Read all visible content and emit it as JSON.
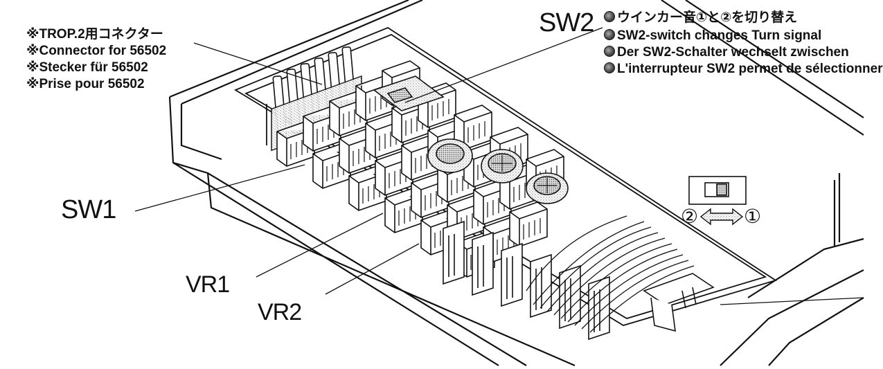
{
  "connector_notes": [
    "※TROP.2用コネクター",
    "※Connector for 56502",
    "※Stecker für 56502",
    "※Prise pour 56502"
  ],
  "labels": {
    "sw1": "SW1",
    "sw2": "SW2",
    "vr1": "VR1",
    "vr2": "VR2"
  },
  "sw2_notes": [
    "ウインカー音①と②を切り替え",
    "SW2-switch changes Turn signal",
    "Der SW2-Schalter wechselt zwischen",
    "L'interrupteur SW2 permet de sélectionner"
  ],
  "switch_positions": {
    "left": "②",
    "right": "①"
  }
}
